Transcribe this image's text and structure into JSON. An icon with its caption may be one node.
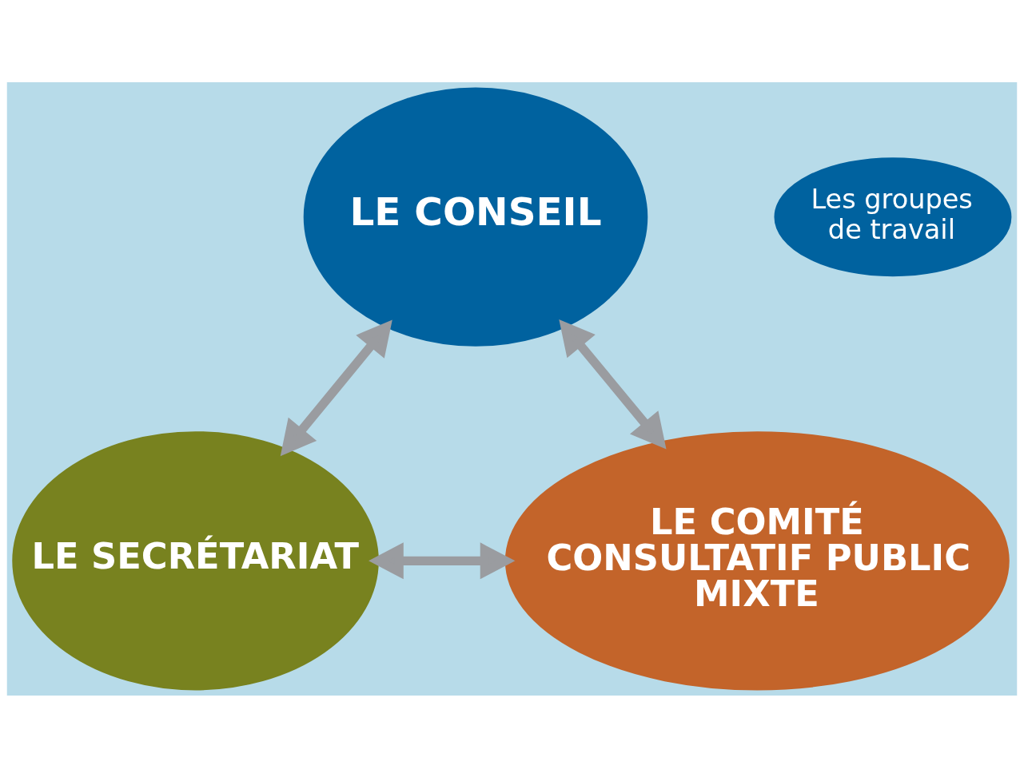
{
  "diagram": {
    "nodes": [
      {
        "text": [
          "LE CONSEIL"
        ]
      },
      {
        "text": [
          "Les groupes de travail"
        ]
      },
      {
        "text": [
          "LE SECRÉTARIAT"
        ]
      },
      {
        "text": [
          "LE COMITÉ CONSULTATIF PUBLIC MIXTE"
        ]
      }
    ],
    "edges": [
      {
        "from": 0,
        "to": 2,
        "arrow": "both"
      },
      {
        "from": 0,
        "to": 3,
        "arrow": "both"
      },
      {
        "from": 2,
        "to": 3,
        "arrow": "both"
      }
    ]
  }
}
